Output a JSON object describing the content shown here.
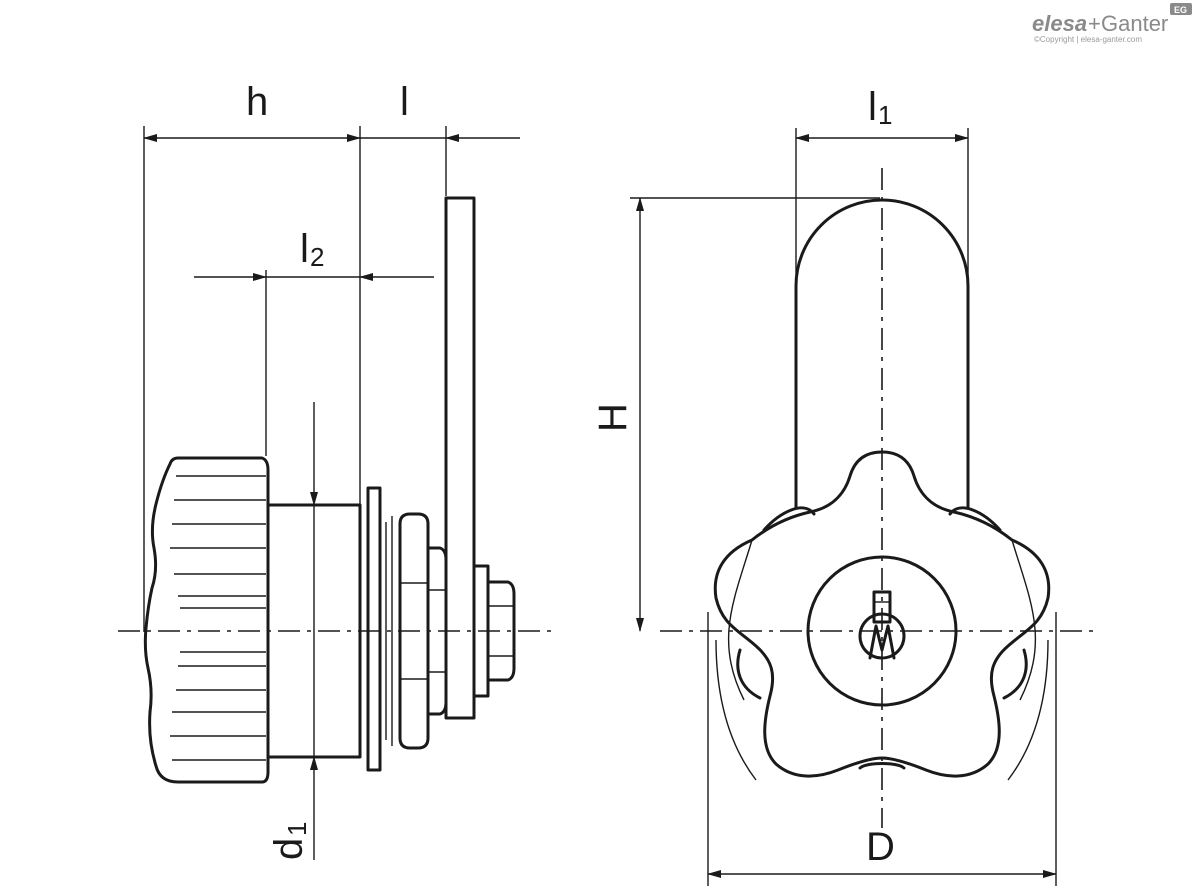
{
  "brand": {
    "name_part1": "elesa",
    "name_plus": "+",
    "name_part2": "Ganter",
    "mark": "EG",
    "copyright": "©Copyright | elesa-ganter.com"
  },
  "dimensions": {
    "h": "h",
    "l": "l",
    "l1_base": "l",
    "l1_sub": "1",
    "l2_base": "l",
    "l2_sub": "2",
    "H": "H",
    "D": "D",
    "d1_base": "d",
    "d1_sub": "1"
  },
  "colors": {
    "line": "#1a1a1a",
    "brand_grey": "#8a8a8a"
  }
}
